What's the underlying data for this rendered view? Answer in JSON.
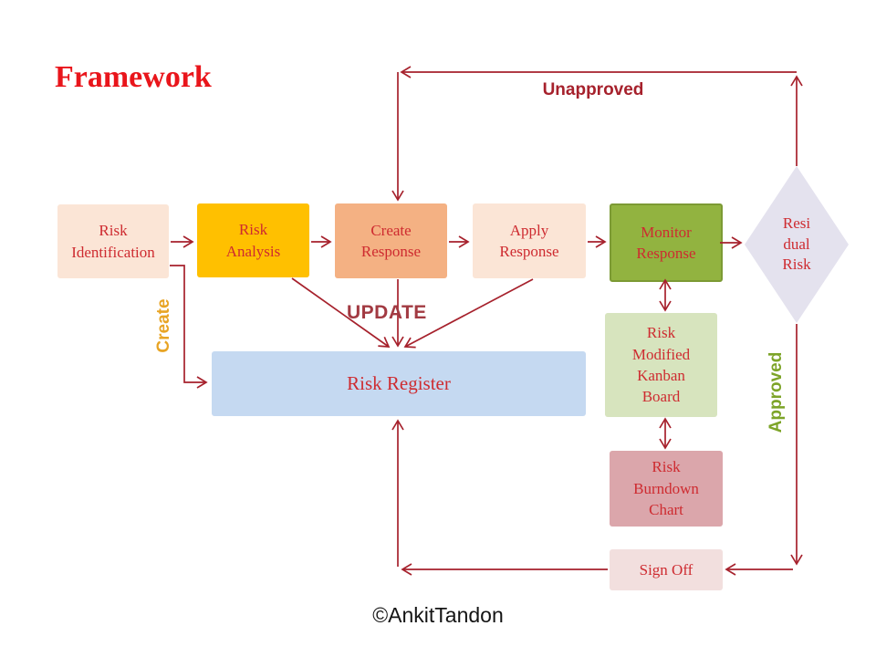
{
  "slide": {
    "title": "Framework",
    "watermark": "©AnkitTandon"
  },
  "labels": {
    "unapproved": "Unapproved",
    "update": "UPDATE",
    "create": "Create",
    "approved": "Approved"
  },
  "nodes": {
    "risk_identification": {
      "label": "Risk Identification",
      "fill": "#FBE5D6"
    },
    "risk_analysis": {
      "label": "Risk Analysis",
      "fill": "#FFC000"
    },
    "create_response": {
      "label": "Create Response",
      "fill": "#F4B183"
    },
    "apply_response": {
      "label": "Apply Response",
      "fill": "#FBE5D6"
    },
    "monitor_response": {
      "label": "Monitor Response",
      "fill": "#92B340",
      "border": "#7C9A34"
    },
    "residual_risk": {
      "label": "Resi dual Risk",
      "fill": "#E4E2EE"
    },
    "risk_register": {
      "label": "Risk Register",
      "fill": "#C5D9F1"
    },
    "kanban_board": {
      "label": "Risk Modified Kanban Board",
      "fill": "#D7E4BE"
    },
    "burndown_chart": {
      "label": "Risk Burndown Chart",
      "fill": "#DBA6AB"
    },
    "sign_off": {
      "label": "Sign Off",
      "fill": "#F2DFDE"
    }
  },
  "colors": {
    "title_text": "#E9151B",
    "node_text": "#CE2B30",
    "connector": "#A6212C",
    "unapproved_text": "#A6212C",
    "update_text": "#A23A42",
    "create_text": "#E8A424",
    "approved_text": "#7DA428",
    "watermark_text": "#141414"
  }
}
